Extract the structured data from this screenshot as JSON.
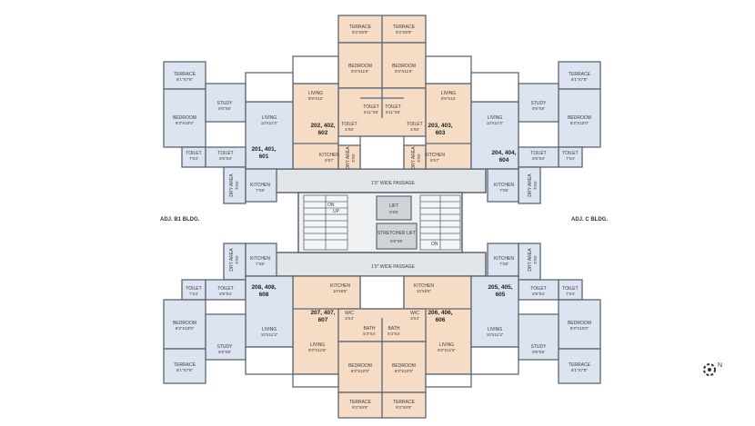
{
  "colors": {
    "blue_fill": "#dbe4f0",
    "peach_fill": "#f6dcc4",
    "wall": "#5d6772",
    "core": "#e3e6e8"
  },
  "side_labels": {
    "left": "ADJ. B1 BLDG.",
    "right": "ADJ. C BLDG."
  },
  "passages": {
    "top": "1'9\" WIDE PASSAGE",
    "bottom": "1'9\" WIDE PASSAGE"
  },
  "core": {
    "lift_name": "LIFT",
    "lift_size": "6'X6'",
    "stretcher_name": "STRETCHER LIFT",
    "stretcher_size": "5'6\"X6'",
    "stair_on": "ON",
    "stair_up": "UP"
  },
  "compass": {
    "letter": "N"
  },
  "units": [
    {
      "id": "201, 401, 601",
      "rooms": [
        {
          "name": "TERRACE",
          "size": "8'1\"X7'5\""
        },
        {
          "name": "STUDY",
          "size": "8'6\"X8'"
        },
        {
          "name": "BEDROOM",
          "size": "9'3\"X10'0\""
        },
        {
          "name": "LIVING",
          "size": "10'X11'3\""
        },
        {
          "name": "TOILET",
          "size": "7'X4'"
        },
        {
          "name": "TOILET",
          "size": "6'5\"X4'"
        },
        {
          "name": "KITCHEN",
          "size": "7'X8'"
        },
        {
          "name": "DRY AREA",
          "size": "3'X5'"
        }
      ]
    },
    {
      "id": "202, 402, 602",
      "rooms": [
        {
          "name": "LIVING",
          "size": "9'9\"X12'"
        },
        {
          "name": "TOILET",
          "size": "4'X6'"
        },
        {
          "name": "KITCHEN",
          "size": "8'X7'"
        },
        {
          "name": "DRY AREA",
          "size": "3'X5'"
        }
      ]
    },
    {
      "id": "203, 403, 603",
      "rooms": [
        {
          "name": "LIVING",
          "size": "9'9\"X12'"
        },
        {
          "name": "TOILET",
          "size": "4'X6'"
        },
        {
          "name": "KITCHEN",
          "size": "8'X7'"
        },
        {
          "name": "DRY AREA",
          "size": "3'X5'"
        }
      ]
    },
    {
      "id": "204, 404, 604",
      "rooms": [
        {
          "name": "TERRACE",
          "size": "8'1\"X7'5\""
        },
        {
          "name": "STUDY",
          "size": "8'6\"X8'"
        },
        {
          "name": "BEDROOM",
          "size": "9'3\"X10'0\""
        },
        {
          "name": "LIVING",
          "size": "10'X11'3\""
        },
        {
          "name": "TOILET",
          "size": "6'5\"X4'"
        },
        {
          "name": "TOILET",
          "size": "7'X4'"
        },
        {
          "name": "KITCHEN",
          "size": "7'X8'"
        },
        {
          "name": "DRY AREA",
          "size": "3'X5'"
        }
      ]
    },
    {
      "id": "205, 405, 605",
      "rooms": [
        {
          "name": "KITCHEN",
          "size": "7'X8'"
        },
        {
          "name": "DRY AREA",
          "size": "3'X5'"
        },
        {
          "name": "TOILET",
          "size": "6'5\"X4'"
        },
        {
          "name": "TOILET",
          "size": "7'X4'"
        },
        {
          "name": "LIVING",
          "size": "10'X11'3\""
        },
        {
          "name": "BEDROOM",
          "size": "9'3\"X10'0\""
        },
        {
          "name": "STUDY",
          "size": "8'6\"X8'"
        },
        {
          "name": "TERRACE",
          "size": "8'1\"X7'5\""
        }
      ]
    },
    {
      "id": "206, 406, 606",
      "rooms": [
        {
          "name": "KITCHEN",
          "size": "10'X6'6\""
        },
        {
          "name": "W/C",
          "size": "3'X4'"
        },
        {
          "name": "BATH",
          "size": "5'3\"X4'"
        },
        {
          "name": "LIVING",
          "size": "9'3\"X11'6\""
        }
      ]
    },
    {
      "id": "207, 407, 607",
      "rooms": [
        {
          "name": "KITCHEN",
          "size": "10'X6'6\""
        },
        {
          "name": "W/C",
          "size": "3'X4'"
        },
        {
          "name": "BATH",
          "size": "5'3\"X4'"
        },
        {
          "name": "LIVING",
          "size": "9'3\"X11'6\""
        }
      ]
    },
    {
      "id": "208, 408, 608",
      "rooms": [
        {
          "name": "KITCHEN",
          "size": "7'X8'"
        },
        {
          "name": "DRY AREA",
          "size": "3'X5'"
        },
        {
          "name": "TOILET",
          "size": "7'X4'"
        },
        {
          "name": "TOILET",
          "size": "6'5\"X4'"
        },
        {
          "name": "BEDROOM",
          "size": "9'3\"X10'0\""
        },
        {
          "name": "LIVING",
          "size": "10'X11'3\""
        },
        {
          "name": "STUDY",
          "size": "8'6\"X8'"
        },
        {
          "name": "TERRACE",
          "size": "8'1\"X7'5\""
        }
      ]
    },
    {
      "id": "",
      "rooms": [
        {
          "name": "TERRACE",
          "size": "9'3\"X5'9\""
        },
        {
          "name": "TERRACE",
          "size": "9'3\"X5'9\""
        },
        {
          "name": "BEDROOM",
          "size": "9'3\"X11'6\""
        },
        {
          "name": "BEDROOM",
          "size": "9'3\"X11'6\""
        },
        {
          "name": "TOILET",
          "size": "5'11\"X6'"
        },
        {
          "name": "TOILET",
          "size": "5'11\"X6'"
        }
      ]
    },
    {
      "id": "",
      "rooms": [
        {
          "name": "BEDROOM",
          "size": "9'3\"X10'9\""
        },
        {
          "name": "BEDROOM",
          "size": "9'3\"X10'9\""
        },
        {
          "name": "TERRACE",
          "size": "9'3\"X5'9\""
        },
        {
          "name": "TERRACE",
          "size": "9'3\"X5'9\""
        }
      ]
    }
  ]
}
